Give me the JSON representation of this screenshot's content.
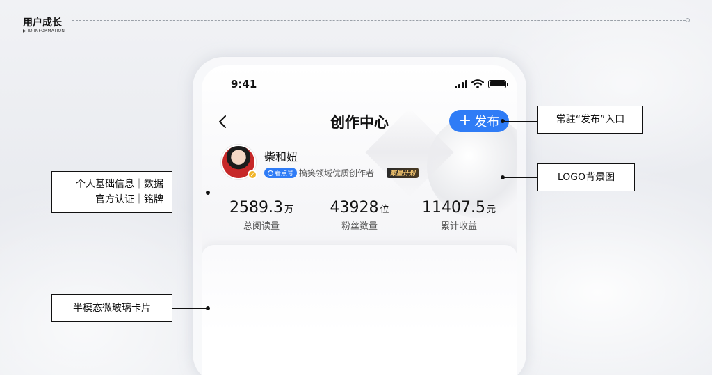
{
  "header": {
    "section_title": "用户成长",
    "section_sub": "▶ ID INFORMATION"
  },
  "phone": {
    "status_time": "9:41",
    "page_title": "创作中心",
    "publish_label": "发布",
    "publish_plus": "+",
    "user": {
      "name": "柴和妞",
      "kandian_tag": "看点号",
      "description": "搞笑领域优质创作者",
      "plan_tag": "聚星计划"
    },
    "stats": [
      {
        "number": "2589.3",
        "unit": "万",
        "label": "总阅读量"
      },
      {
        "number": "43928",
        "unit": "位",
        "label": "粉丝数量"
      },
      {
        "number": "11407.5",
        "unit": "元",
        "label": "累计收益"
      }
    ]
  },
  "annotations": {
    "publish_entry": "常驻“发布”入口",
    "logo_bg": "LOGO背景图",
    "basic_info_line1": "个人基础信息｜数据",
    "basic_info_line2": "官方认证｜铭牌",
    "glass_card": "半模态微玻璃卡片"
  }
}
